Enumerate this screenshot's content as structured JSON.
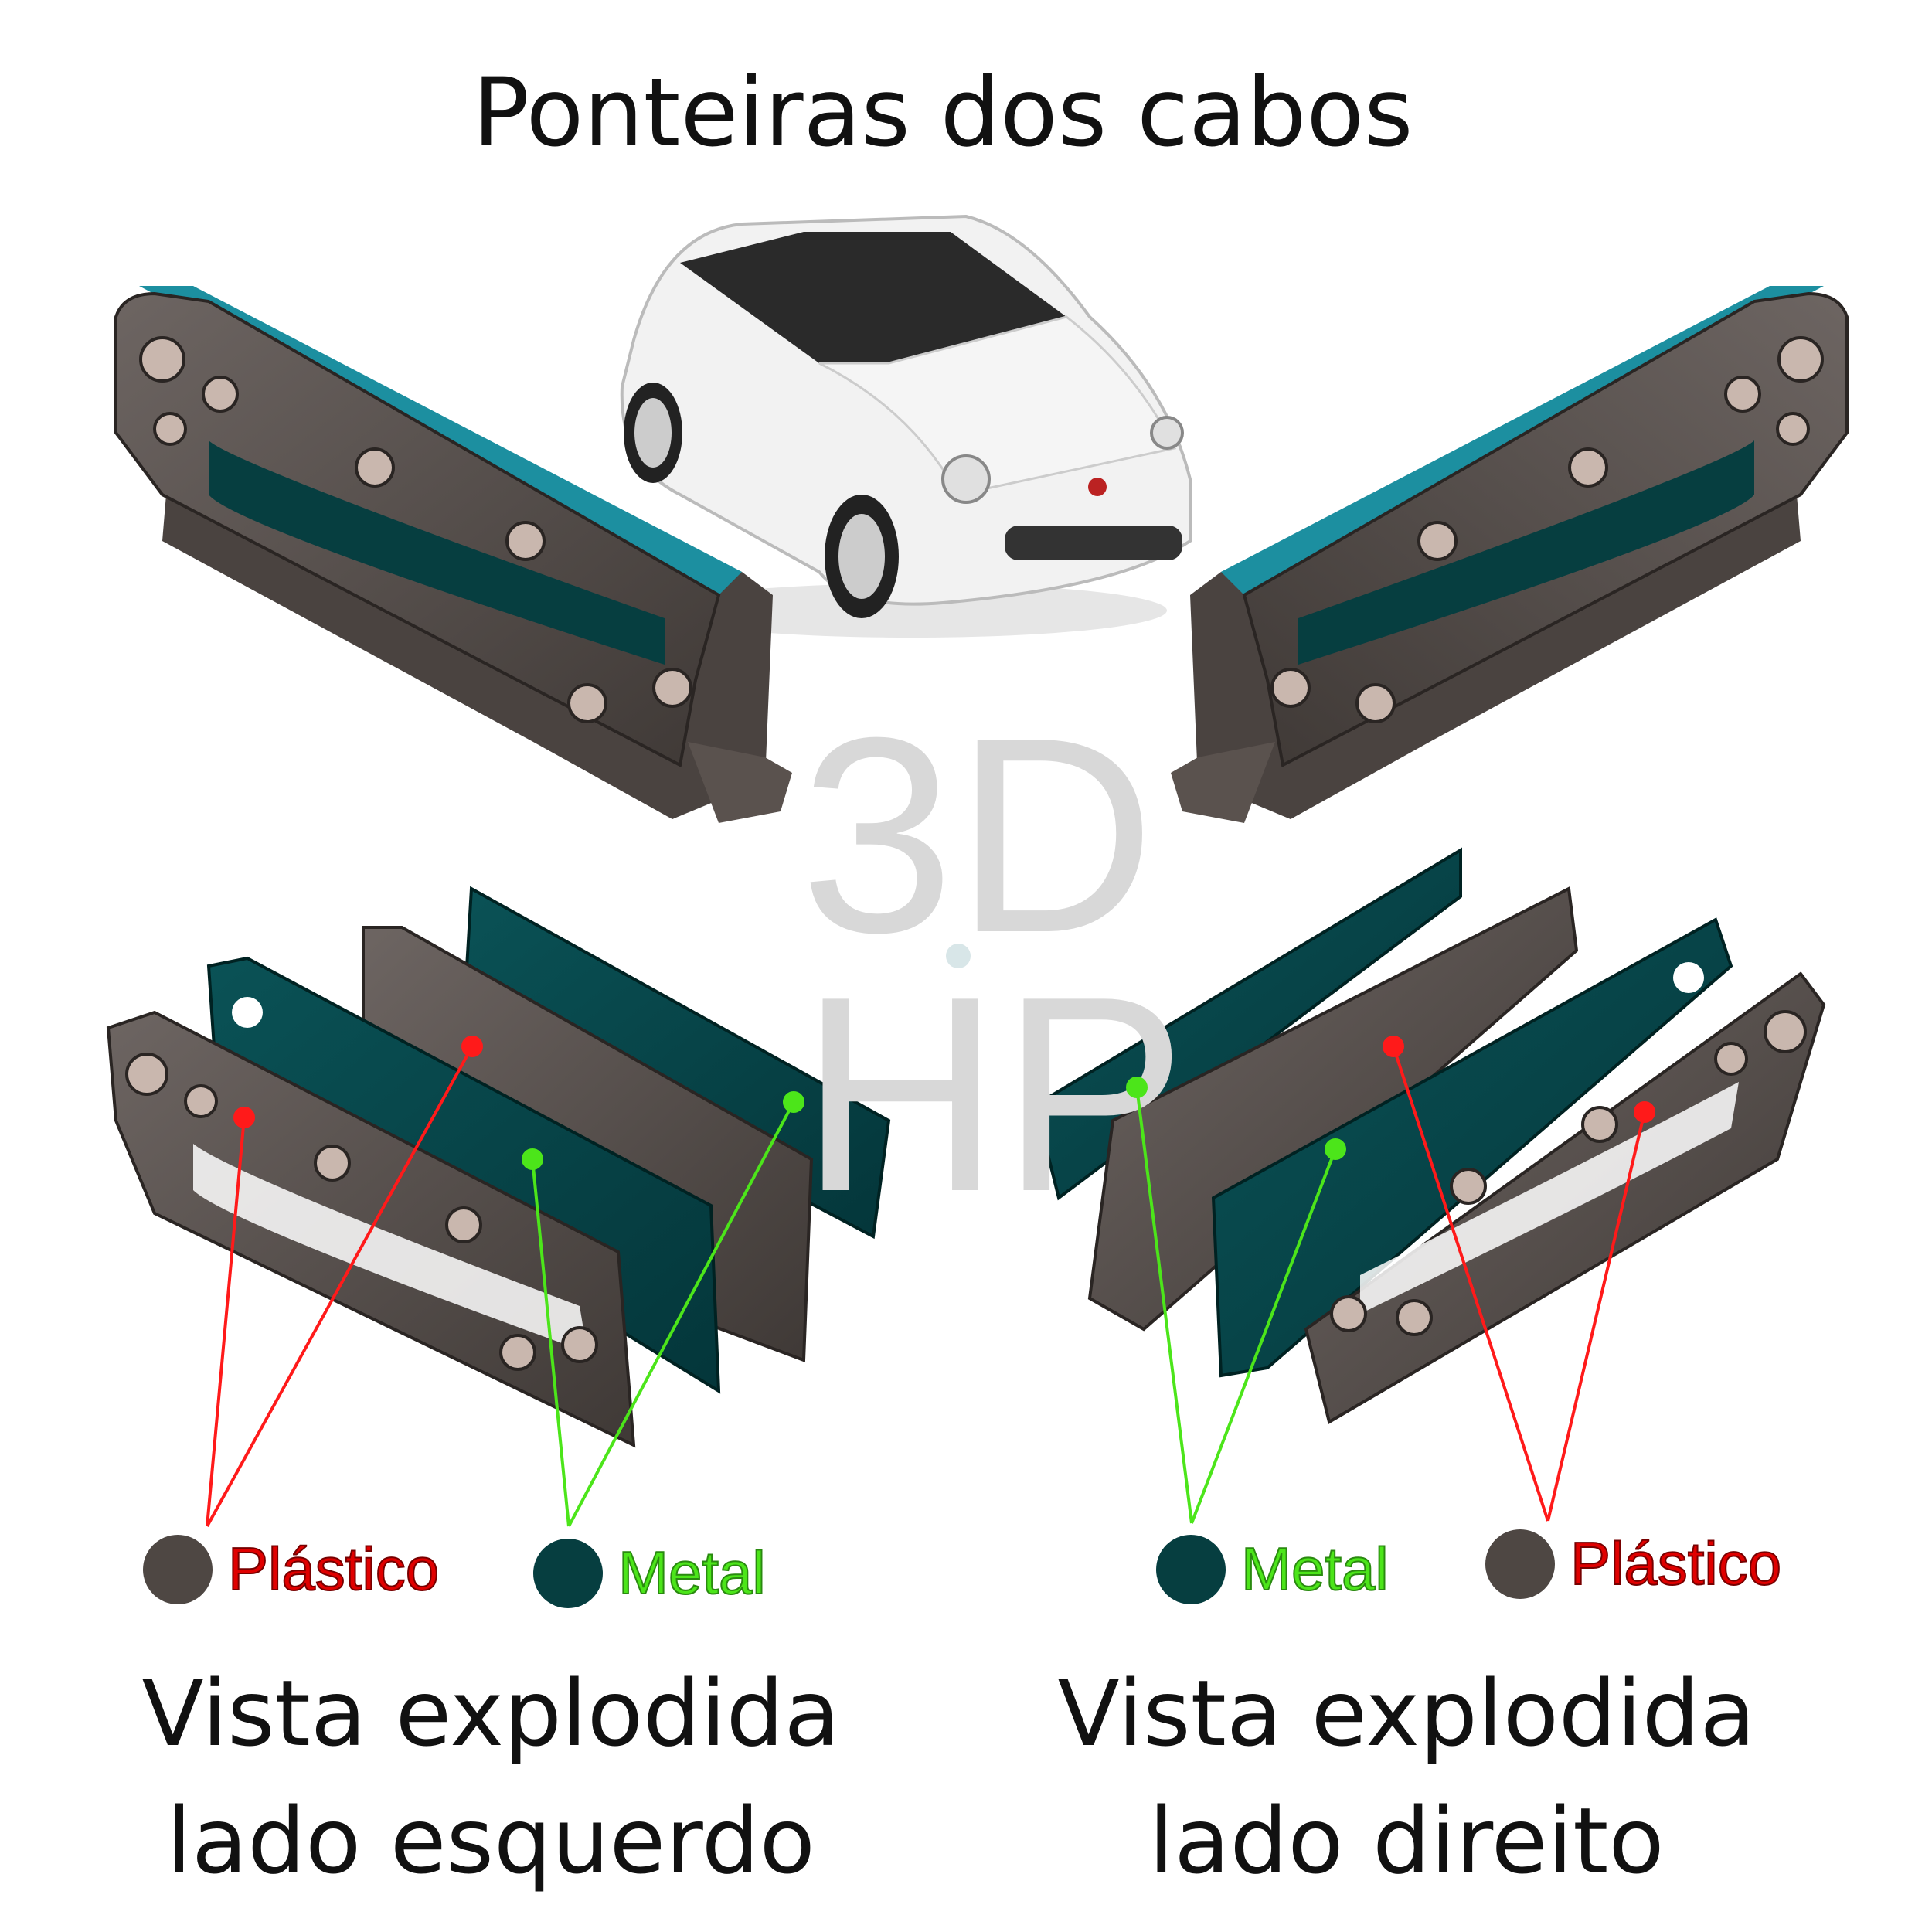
{
  "title": "Ponteiras dos cabos",
  "watermark": {
    "line1": "3D",
    "line2": "HP"
  },
  "colors": {
    "plastic": "#4e4743",
    "metal": "#063e40",
    "plastic_label": "#e00000",
    "metal_label": "#4ce51a"
  },
  "left": {
    "legend": [
      {
        "label": "Plástico",
        "material": "plastic"
      },
      {
        "label": "Metal",
        "material": "metal"
      }
    ],
    "caption_line1": "Vista explodida",
    "caption_line2": "lado esquerdo"
  },
  "right": {
    "legend": [
      {
        "label": "Metal",
        "material": "metal"
      },
      {
        "label": "Plástico",
        "material": "plastic"
      }
    ],
    "caption_line1": "Vista explodida",
    "caption_line2": "lado direito"
  }
}
